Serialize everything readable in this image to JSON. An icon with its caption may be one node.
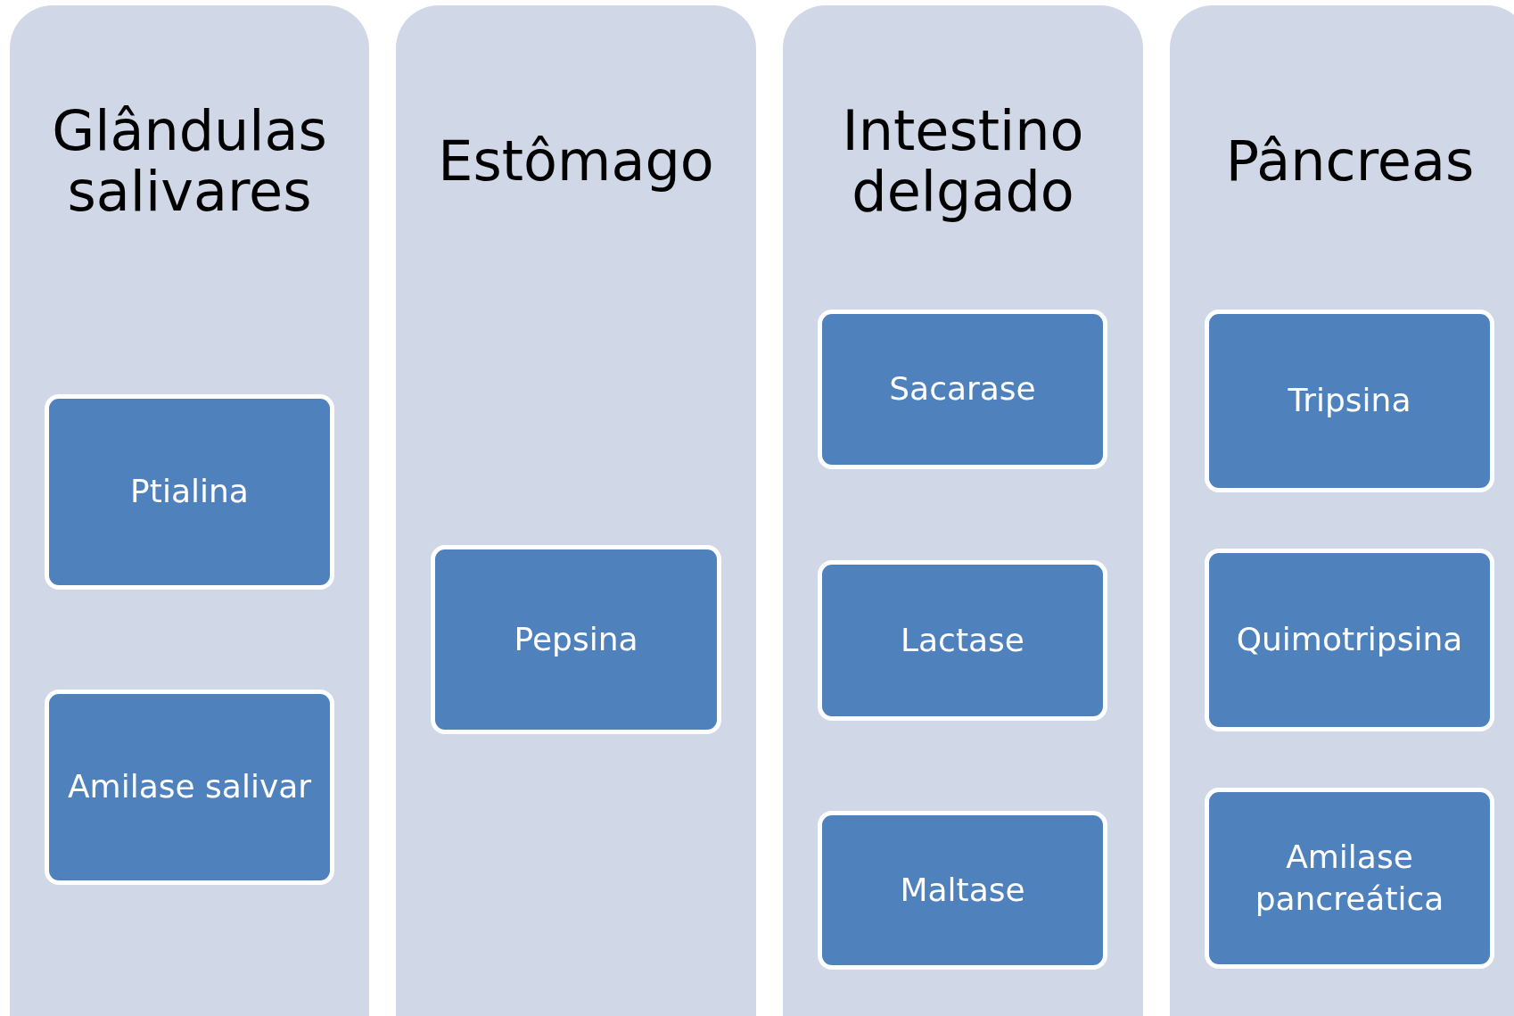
{
  "diagram": {
    "nodes": [
      {
        "text": [
          "Glândulas salivares"
        ]
      },
      {
        "text": [
          "Ptialina"
        ],
        "in": 0
      },
      {
        "text": [
          "Amilase salivar"
        ],
        "in": 0
      },
      {
        "text": [
          "Estômago"
        ]
      },
      {
        "text": [
          "Pepsina"
        ],
        "in": 3
      },
      {
        "text": [
          "Intestino delgado"
        ]
      },
      {
        "text": [
          "Sacarase"
        ],
        "in": 5
      },
      {
        "text": [
          "Lactase"
        ],
        "in": 5
      },
      {
        "text": [
          "Maltase"
        ],
        "in": 5
      },
      {
        "text": [
          "Pâncreas"
        ]
      },
      {
        "text": [
          "Tripsina"
        ],
        "in": 9
      },
      {
        "text": [
          "Quimotripsina"
        ],
        "in": 9
      },
      {
        "text": [
          "Amilase pancreática"
        ],
        "in": 9
      }
    ]
  }
}
